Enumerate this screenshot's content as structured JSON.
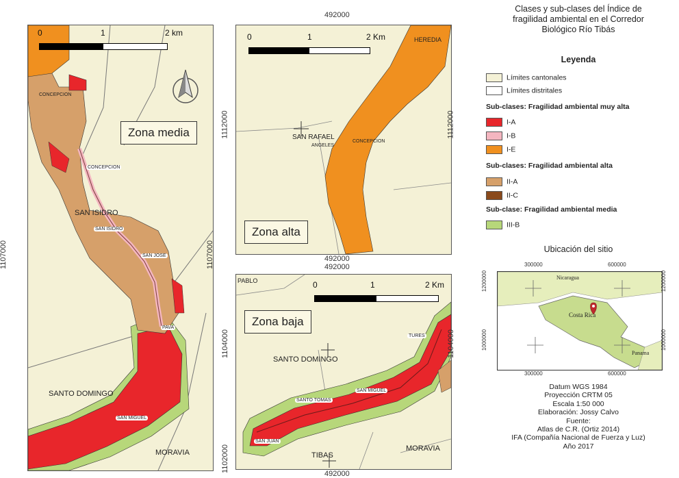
{
  "zones": {
    "media": {
      "label": "Zona media",
      "coord_left": "1107000",
      "coord_right": "1107000",
      "scale": [
        "0",
        "1",
        "2 km"
      ],
      "places": [
        "CONCEPCION",
        "CONCEPCION",
        "SAN ISIDRO",
        "SAN ISIDRO",
        "SAN JOSE",
        "PAVA",
        "SANTO DOMINGO",
        "SAN MIGUEL",
        "MORAVIA"
      ]
    },
    "alta": {
      "label": "Zona alta",
      "coord_top": "492000",
      "coord_bottom": "492000",
      "coord_left": "1112000",
      "coord_right": "1112000",
      "scale": [
        "0",
        "1",
        "2 Km"
      ],
      "places": [
        "HEREDIA",
        "SAN RAFAEL",
        "ANGELES",
        "CONCEPCION"
      ]
    },
    "baja": {
      "label": "Zona baja",
      "coord_top": "492000",
      "coord_bottom": "492000",
      "coord_left": "1104000",
      "coord_right": "1104000",
      "coord_left2": "1102000",
      "scale": [
        "0",
        "1",
        "2 Km"
      ],
      "places": [
        "PABLO",
        "TURES",
        "SANTO DOMINGO",
        "SAN MIGUEL",
        "SANTO TOMAS",
        "SAN JUAN",
        "TIBAS",
        "MORAVIA"
      ]
    }
  },
  "legend": {
    "title": [
      "Clases y sub-clases del Índice de",
      "fragilidad ambiental en el Corredor",
      "Biológico Río Tibás"
    ],
    "leyenda": "Leyenda",
    "limits": [
      {
        "label": "Límites cantonales",
        "color": "#f4f1d6"
      },
      {
        "label": "Límites distritales",
        "color": "#ffffff"
      }
    ],
    "groups": [
      {
        "header": "Sub-clases: Fragilidad ambiental muy alta",
        "items": [
          {
            "label": "I-A",
            "color": "#e8262b"
          },
          {
            "label": "I-B",
            "color": "#f4b6c0"
          },
          {
            "label": "I-E",
            "color": "#f0901f"
          }
        ]
      },
      {
        "header": "Sub-clases: Fragilidad ambiental alta",
        "items": [
          {
            "label": "II-A",
            "color": "#d6a06a"
          },
          {
            "label": "II-C",
            "color": "#8a4a1c"
          }
        ]
      },
      {
        "header": "Sub-clase: Fragilidad ambiental media",
        "items": [
          {
            "label": "III-B",
            "color": "#b7d77a"
          }
        ]
      }
    ],
    "ubicacion": "Ubicación del sitio",
    "minimap": {
      "x_ticks": [
        "300000",
        "600000"
      ],
      "y_ticks": [
        "1200000",
        "1000000"
      ],
      "places": [
        "Nicaragua",
        "Costa Rica",
        "Panama"
      ]
    },
    "credits": [
      "Datum WGS 1984",
      "Proyección CRTM 05",
      "Escala 1:50 000",
      "Elaboración: Jossy Calvo",
      "Fuente:",
      "Atlas de C.R. (Ortiz 2014)",
      "IFA (Compañía Nacional de Fuerza y Luz)",
      "Año 2017"
    ]
  },
  "colors": {
    "background": "#f4f1d6",
    "very_high_IA": "#e8262b",
    "very_high_IE": "#f0901f",
    "high_IIA": "#d6a06a",
    "medium_IIIB": "#b7d77a"
  }
}
